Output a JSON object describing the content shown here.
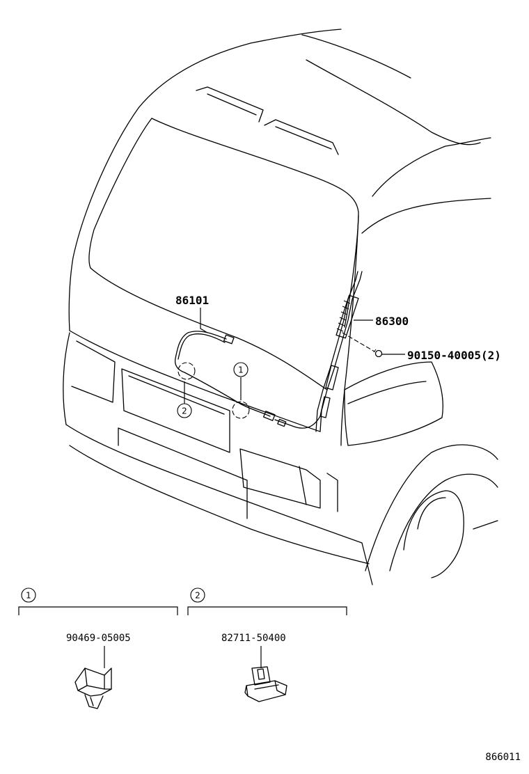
{
  "parts": {
    "cord": "86101",
    "antenna": "86300",
    "screw": "90150-40005(2)",
    "clip": "90469-05005",
    "clamp": "82711-50400"
  },
  "callouts": {
    "one": "1",
    "two": "2"
  },
  "detail_groups": {
    "group1_marker": "1",
    "group2_marker": "2"
  },
  "figure_id": "866011"
}
